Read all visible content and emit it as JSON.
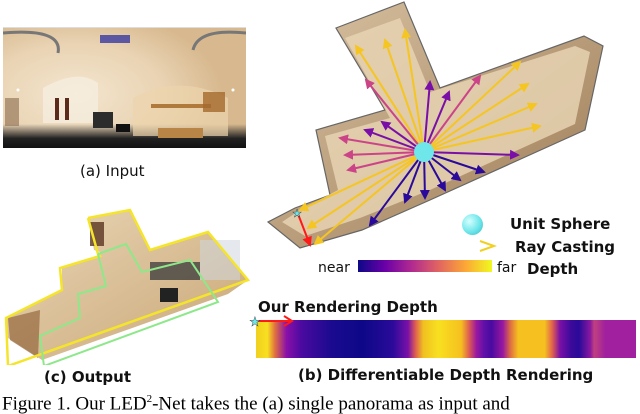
{
  "panels": {
    "a": {
      "label": "(a) Input",
      "content": "360-degree equirectangular panorama of an indoor living room"
    },
    "b": {
      "label": "(b) Differentiable Depth Rendering",
      "content": "Top-down 3D room layout with rays cast from a unit sphere to the walls, colored by depth",
      "depth_strip_title": "Our Rendering Depth"
    },
    "c": {
      "label": "(c) Output",
      "content": "Top-down 3D room layout with predicted boundary (yellow) and floor outline (green)"
    }
  },
  "legend": {
    "unit_sphere": "Unit Sphere",
    "ray_casting": "Ray Casting",
    "depth": "Depth",
    "near": "near",
    "far": "far"
  },
  "caption": {
    "prefix": "Figure 1. Our LED",
    "superscript": "2",
    "suffix": "-Net takes the (a) single panorama as input and"
  },
  "colors": {
    "near": "#0d0887",
    "mid": "#b12a90",
    "far": "#f0f921",
    "sphere": "#6ee6ea",
    "start_marker": "#ff2020",
    "layout_boundary": "#f5e52a",
    "floor_outline": "#8ee88a"
  },
  "depth_strip_segments": [
    {
      "from": 0.0,
      "to": 0.05,
      "tone": "far"
    },
    {
      "from": 0.05,
      "to": 0.42,
      "tone": "near"
    },
    {
      "from": 0.42,
      "to": 0.55,
      "tone": "far"
    },
    {
      "from": 0.55,
      "to": 0.66,
      "tone": "near"
    },
    {
      "from": 0.66,
      "to": 0.77,
      "tone": "far"
    },
    {
      "from": 0.77,
      "to": 0.88,
      "tone": "near"
    },
    {
      "from": 0.88,
      "to": 1.0,
      "tone": "mid"
    }
  ]
}
